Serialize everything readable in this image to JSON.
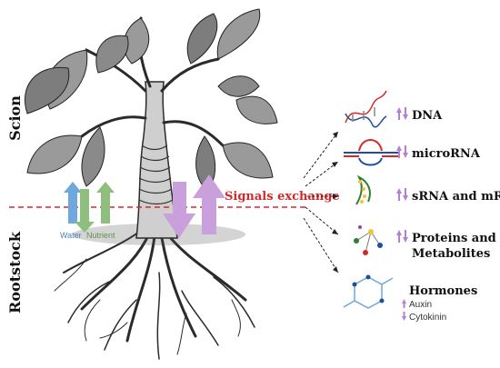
{
  "labels": {
    "scion": "Scion",
    "rootstock": "Rootstock",
    "signals": "Signals exchange",
    "water": "Water",
    "nutrient": "Nutrient"
  },
  "signals": [
    {
      "label": "DNA",
      "icon": "dna-helix-icon"
    },
    {
      "label": "microRNA",
      "icon": "microrna-hairpin-icon"
    },
    {
      "label": "sRNA and mRNA",
      "icon": "rna-strand-icon"
    },
    {
      "label": "Proteins and",
      "label2": "Metabolites",
      "icon": "protein-network-icon"
    },
    {
      "label": "Hormones",
      "icon": "hormone-molecule-icon",
      "sub": [
        "Auxin",
        "Cytokinin"
      ]
    }
  ],
  "colors": {
    "water": "#6fa8dc",
    "nutrient": "#8fbf7f",
    "signal": "#c9a0dc",
    "dashed_line": "#d62828",
    "arrow_small": "#b57fd6"
  }
}
